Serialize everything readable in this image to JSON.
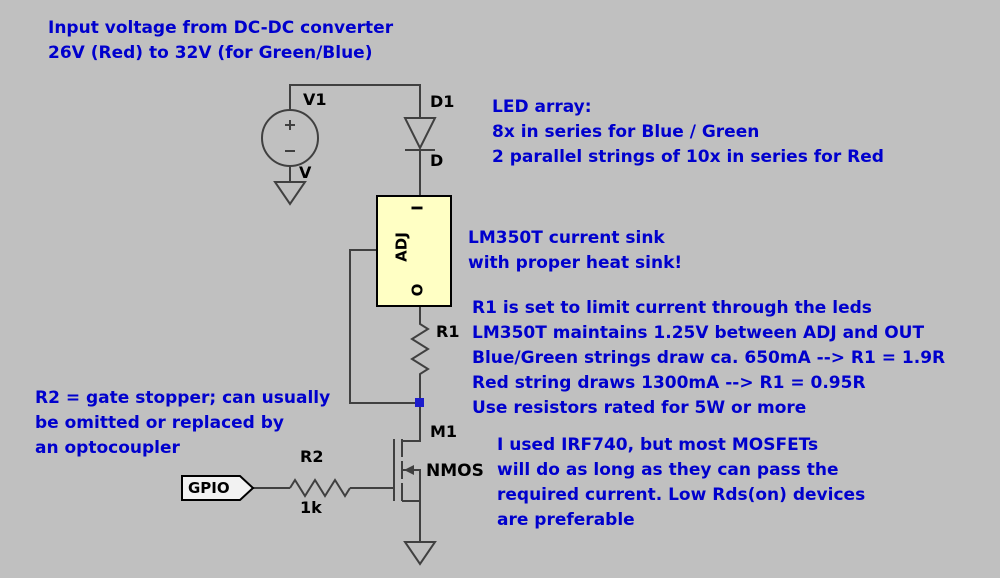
{
  "colors": {
    "background": "#c0c0c0",
    "annotation": "#0000cd",
    "label": "#000000",
    "wire": "#404040",
    "regulator_fill": "#ffffc4",
    "junction": "#1c1ccc"
  },
  "annotations": {
    "input_voltage": {
      "lines": [
        "Input voltage from DC-DC converter",
        "26V (Red) to 32V (for Green/Blue)"
      ]
    },
    "led_array": {
      "lines": [
        "LED array:",
        "8x in series for Blue / Green",
        "2 parallel strings of 10x in series for Red"
      ]
    },
    "lm350t": {
      "lines": [
        "LM350T current sink",
        "with proper heat sink!"
      ]
    },
    "r1_notes": {
      "lines": [
        "R1 is set to limit current through the leds",
        "LM350T maintains 1.25V between ADJ and OUT",
        "Blue/Green strings draw ca. 650mA --> R1 = 1.9R",
        "Red string draws 1300mA --> R1 = 0.95R",
        "Use resistors rated for 5W or more"
      ]
    },
    "r2_note": {
      "lines": [
        "R2 = gate stopper; can usually",
        "be omitted or replaced by",
        "an optocoupler"
      ]
    },
    "mosfet_note": {
      "lines": [
        "I used IRF740, but most MOSFETs",
        "will do as long as they can pass the",
        "required current. Low Rds(on) devices",
        "are preferable"
      ]
    }
  },
  "components": {
    "v1": {
      "name": "V1",
      "pin": "V"
    },
    "d1": {
      "name": "D1",
      "pin": "D"
    },
    "regulator": {
      "pin_in": "I",
      "pin_adj": "ADJ",
      "pin_out": "O"
    },
    "r1": {
      "name": "R1"
    },
    "m1": {
      "name": "M1",
      "type": "NMOS"
    },
    "r2": {
      "name": "R2",
      "value": "1k"
    },
    "gpio": {
      "label": "GPIO"
    }
  }
}
